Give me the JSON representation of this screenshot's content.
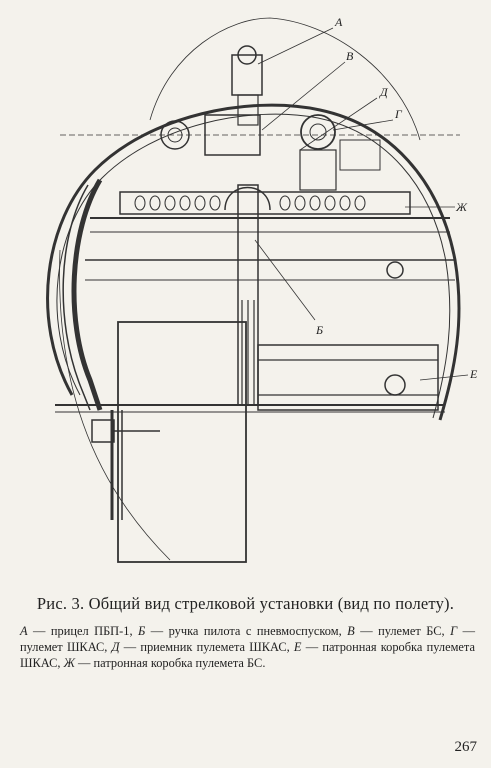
{
  "figure": {
    "caption": "Рис. 3. Общий вид стрелковой установки (вид по полету).",
    "legend": [
      {
        "letter": "А",
        "text": "прицел ПБП-1"
      },
      {
        "letter": "Б",
        "text": "ручка пилота с пневмоспуском"
      },
      {
        "letter": "В",
        "text": "пулемет БС"
      },
      {
        "letter": "Г",
        "text": "пулемет ШКАС"
      },
      {
        "letter": "Д",
        "text": "приемник пулемета ШКАС"
      },
      {
        "letter": "Е",
        "text": "патронная коробка пулемета ШКАС"
      },
      {
        "letter": "Ж",
        "text": "патронная коробка пулемета БС"
      }
    ],
    "labels": {
      "a": "А",
      "b": "Б",
      "v": "В",
      "g": "Г",
      "d": "Д",
      "e": "Е",
      "zh": "Ж"
    }
  },
  "page_number": "267"
}
